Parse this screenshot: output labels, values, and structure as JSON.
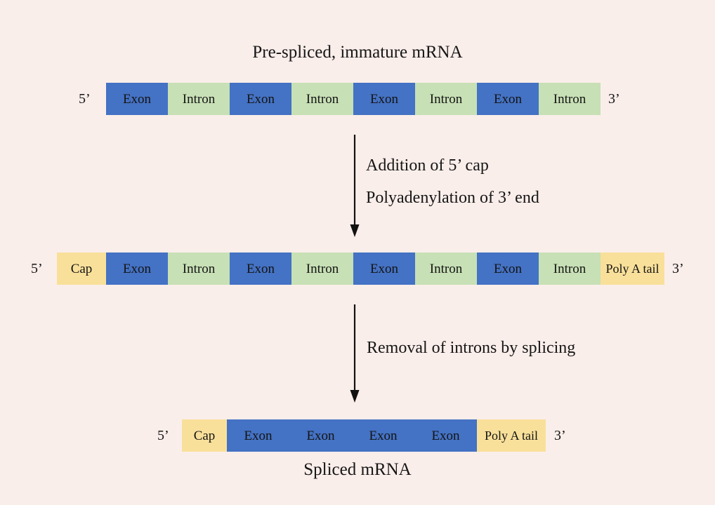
{
  "figure": {
    "title": "Pre-spliced, immature mRNA",
    "bottom_caption": "Spliced mRNA",
    "background_color": "#faeeea",
    "colors": {
      "exon": "#4472c4",
      "intron": "#c7e0b5",
      "cap": "#f9e09a",
      "poly_a_tail": "#f9e09a",
      "text": "#141414",
      "arrow": "#111111"
    }
  },
  "rows": {
    "pre_spliced": {
      "five_prime_label": "5’",
      "three_prime_label": "3’",
      "segments": [
        {
          "label": "Exon",
          "kind": "exon"
        },
        {
          "label": "Intron",
          "kind": "intron"
        },
        {
          "label": "Exon",
          "kind": "exon"
        },
        {
          "label": "Intron",
          "kind": "intron"
        },
        {
          "label": "Exon",
          "kind": "exon"
        },
        {
          "label": "Intron",
          "kind": "intron"
        },
        {
          "label": "Exon",
          "kind": "exon"
        },
        {
          "label": "Intron",
          "kind": "intron"
        }
      ]
    },
    "capped_polyadenylated": {
      "five_prime_label": "5’",
      "three_prime_label": "3’",
      "segments": [
        {
          "label": "Cap",
          "kind": "cap"
        },
        {
          "label": "Exon",
          "kind": "exon"
        },
        {
          "label": "Intron",
          "kind": "intron"
        },
        {
          "label": "Exon",
          "kind": "exon"
        },
        {
          "label": "Intron",
          "kind": "intron"
        },
        {
          "label": "Exon",
          "kind": "exon"
        },
        {
          "label": "Intron",
          "kind": "intron"
        },
        {
          "label": "Exon",
          "kind": "exon"
        },
        {
          "label": "Intron",
          "kind": "intron"
        },
        {
          "label": "Poly A tail",
          "kind": "polya"
        }
      ]
    },
    "spliced_mature": {
      "five_prime_label": "5’",
      "three_prime_label": "3’",
      "segments": [
        {
          "label": "Cap",
          "kind": "cap"
        },
        {
          "label": "Exon",
          "kind": "exon"
        },
        {
          "label": "Exon",
          "kind": "exon"
        },
        {
          "label": "Exon",
          "kind": "exon"
        },
        {
          "label": "Exon",
          "kind": "exon"
        },
        {
          "label": "Poly A tail",
          "kind": "polya"
        }
      ]
    }
  },
  "steps": {
    "step1": {
      "line1": "Addition of 5’ cap",
      "line2": "Polyadenylation of 3’ end"
    },
    "step2": {
      "line1": "Removal of introns by splicing"
    }
  }
}
